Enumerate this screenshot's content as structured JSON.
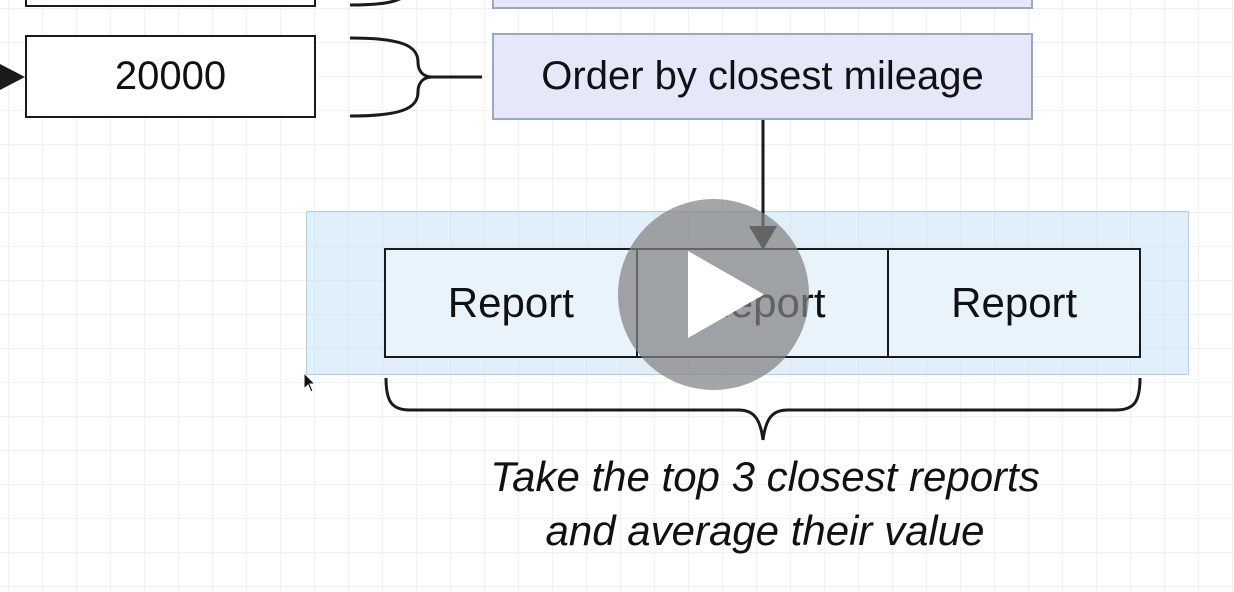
{
  "diagram": {
    "input_value": "20000",
    "order_step": "Order by closest mileage",
    "reports": [
      "Report",
      "Report",
      "Report"
    ],
    "caption": {
      "line1": "Take the top 3 closest reports",
      "line2": "and average their value"
    }
  },
  "video_overlay": {
    "play_icon": "play-icon"
  },
  "colors": {
    "step_fill": "#e4e8f8",
    "step_border": "#9aa8c8",
    "selection_fill": "#c6e2f6",
    "stroke": "#1a1a1a"
  }
}
